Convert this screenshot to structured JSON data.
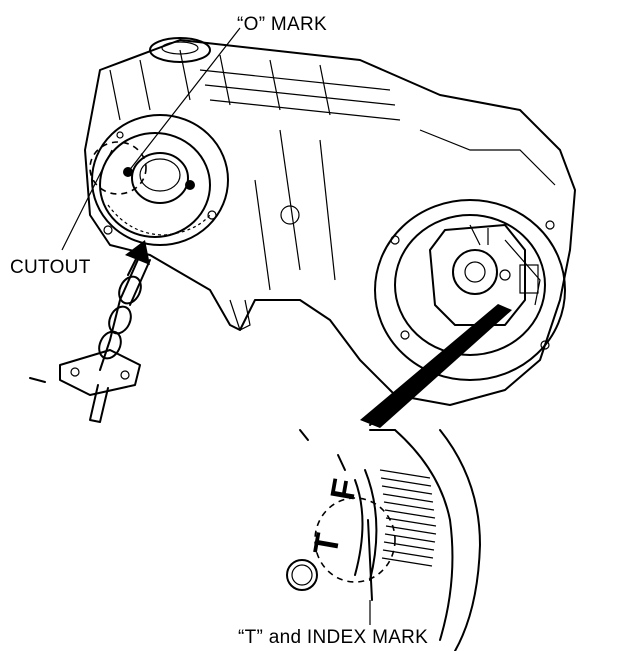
{
  "labels": {
    "o_mark": "“O” MARK",
    "cutout": "CUTOUT",
    "t_index_mark": "“T” and INDEX MARK"
  },
  "detail_marks": {
    "t": "T",
    "f": "F"
  }
}
